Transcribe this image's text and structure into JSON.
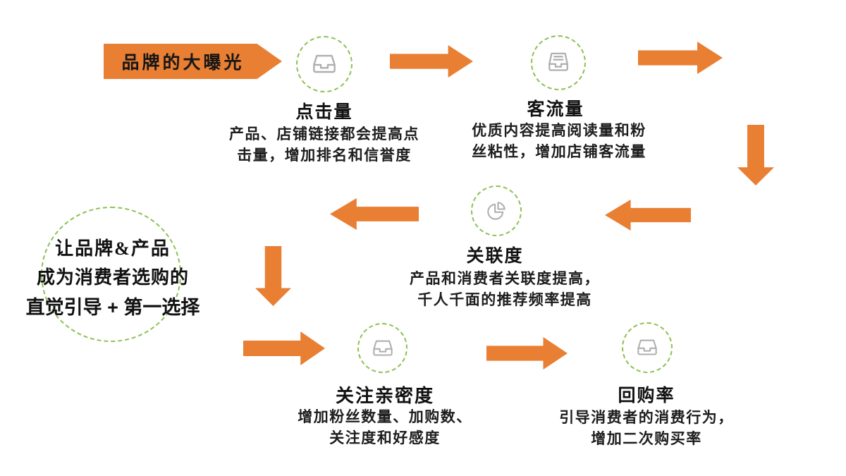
{
  "colors": {
    "orange": "#E97F33",
    "green": "#8CC152",
    "icon_gray": "#AFAFAF",
    "text_dark": "#1A1A1A"
  },
  "banner": {
    "label": "品牌的大曝光"
  },
  "goal": {
    "line1": "让品牌&产品",
    "line2": "成为消费者选购的",
    "line3": "直觉引导 + 第一选择"
  },
  "nodes": [
    {
      "title": "点击量",
      "icon": "inbox-icon",
      "desc_line1": "产品、店铺链接都会提高点",
      "desc_line2": "击量，增加排名和信誉度"
    },
    {
      "title": "客流量",
      "icon": "inbox-documents-icon",
      "desc_line1": "优质内容提高阅读量和粉",
      "desc_line2": "丝粘性，增加店铺客流量"
    },
    {
      "title": "关联度",
      "icon": "pie-chart-icon",
      "desc_line1": "产品和消费者关联度提高，",
      "desc_line2": "千人千面的推荐频率提高"
    },
    {
      "title": "关注亲密度",
      "icon": "inbox-icon",
      "desc_line1": "增加粉丝数量、加购数、",
      "desc_line2": "关注度和好感度"
    },
    {
      "title": "回购率",
      "icon": "inbox-icon",
      "desc_line1": "引导消费者的消费行为，",
      "desc_line2": "增加二次购买率"
    }
  ]
}
